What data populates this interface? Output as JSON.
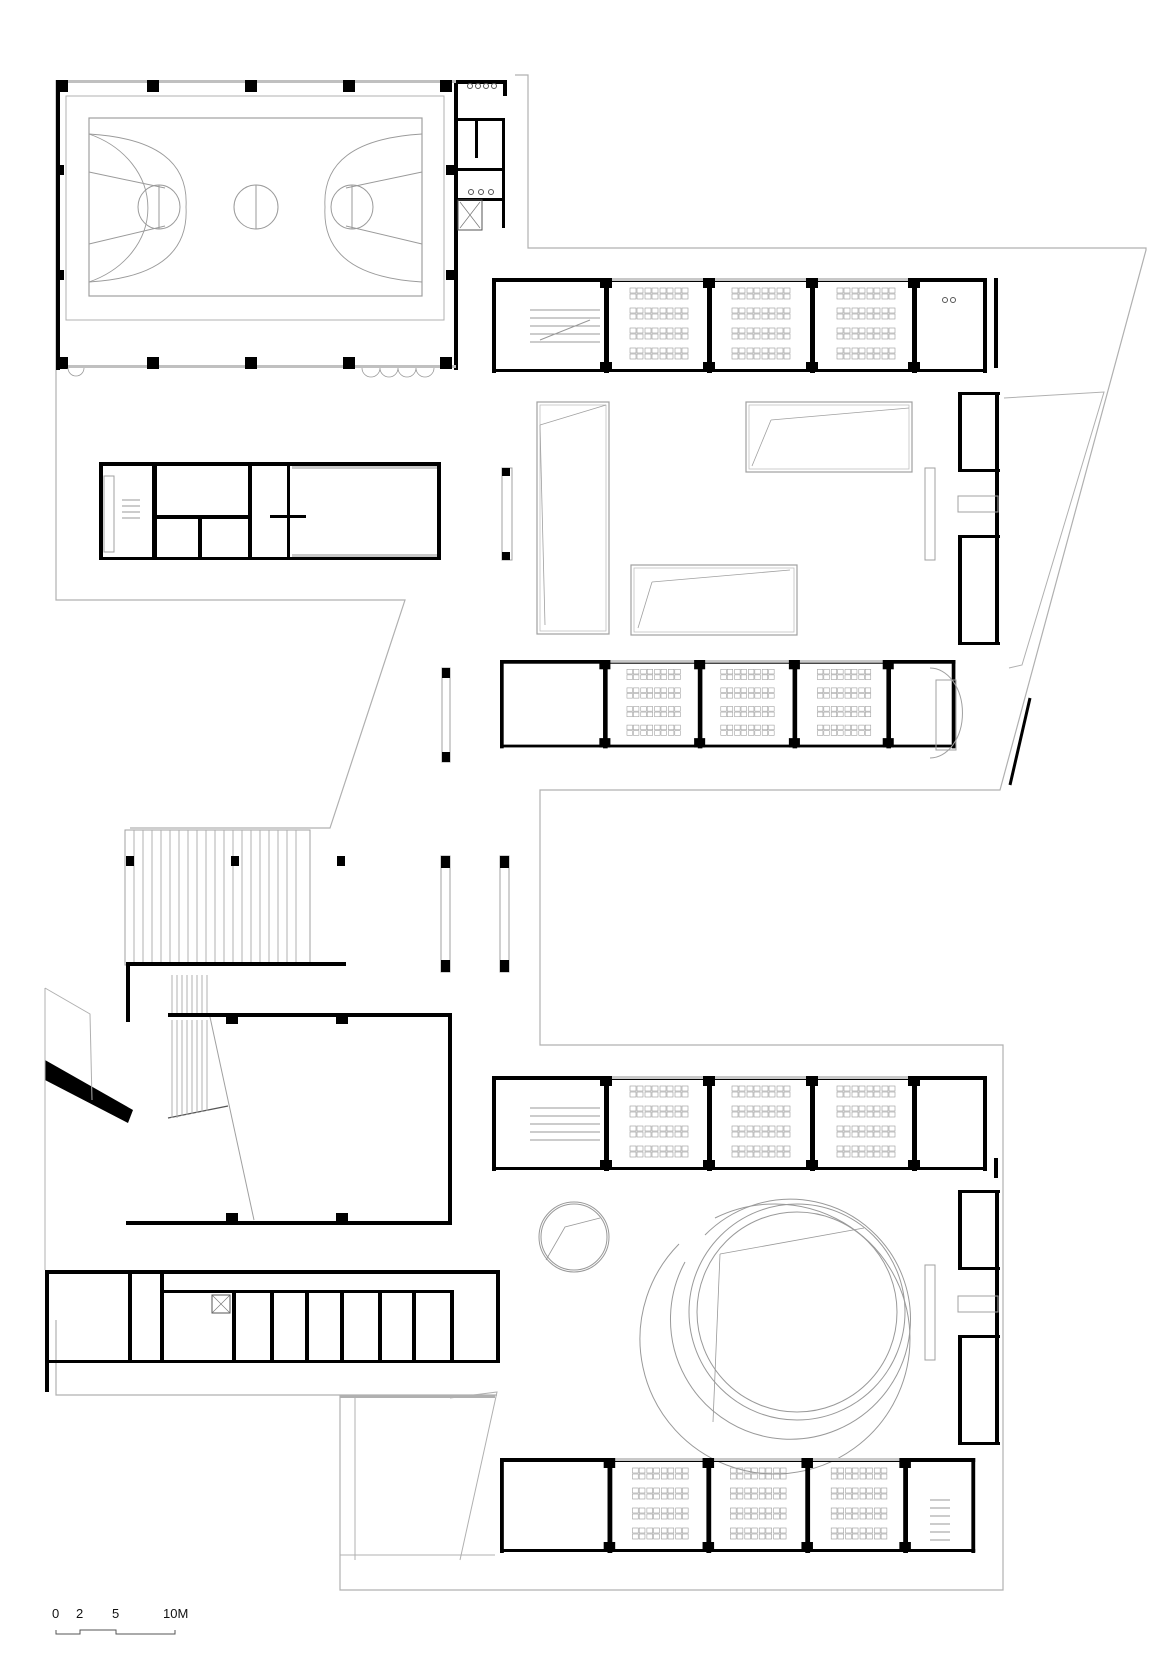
{
  "drawing": {
    "type": "architectural floor plan",
    "subject": "school building ground floor plan",
    "colors": {
      "wall": "#000000",
      "thin_line": "#9a9a9a",
      "outline": "#b0b0b0",
      "background": "#ffffff"
    }
  },
  "scale_bar": {
    "labels": [
      "0",
      "2",
      "5",
      "10M"
    ],
    "unit": "M"
  },
  "spaces": {
    "gym": {
      "name": "basketball court",
      "elements": [
        "court outline",
        "center circle",
        "two free-throw circles",
        "two three-point arcs"
      ]
    },
    "classroom_blocks": [
      {
        "id": "block-1",
        "classrooms": 3,
        "position": "top right"
      },
      {
        "id": "block-2",
        "classrooms": 3,
        "position": "middle right"
      },
      {
        "id": "block-3",
        "classrooms": 3,
        "position": "lower right upper"
      },
      {
        "id": "block-4",
        "classrooms": 3,
        "position": "lower right bottom"
      }
    ],
    "courtyard_features": [
      "planters",
      "small circular planter",
      "circular amphitheatre"
    ],
    "hall": "large multipurpose hall with grand stair",
    "office_wing": "office rooms row at lower left"
  }
}
